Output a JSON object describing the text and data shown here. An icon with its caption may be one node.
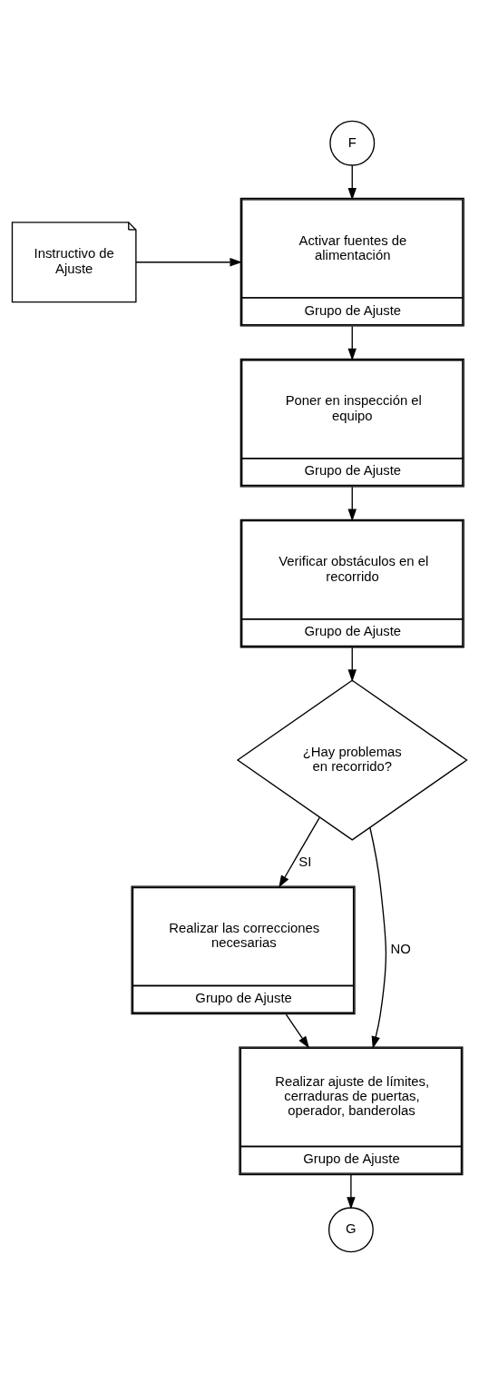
{
  "diagram": {
    "nodes": [
      {
        "text": [
          "F"
        ]
      },
      {
        "text": [
          "Instructivo de Ajuste"
        ]
      },
      {
        "text": [
          "Activar fuentes de alimentación",
          "Grupo de Ajuste"
        ]
      },
      {
        "text": [
          "Poner en inspección el equipo",
          "Grupo de Ajuste"
        ]
      },
      {
        "text": [
          "Verificar obstáculos en el recorrido",
          "Grupo de Ajuste"
        ]
      },
      {
        "text": [
          "¿Hay problemas en recorrido?"
        ]
      },
      {
        "text": [
          "Realizar las correcciones necesarias",
          "Grupo de Ajuste"
        ]
      },
      {
        "text": [
          "Realizar ajuste de límites, cerraduras de puertas, operador, banderolas",
          "Grupo de Ajuste"
        ]
      },
      {
        "text": [
          "G"
        ]
      }
    ],
    "edges": [
      {
        "from": 0,
        "to": 2,
        "arrow": "to"
      },
      {
        "from": 1,
        "to": 2,
        "arrow": "to"
      },
      {
        "from": 2,
        "to": 3,
        "arrow": "to"
      },
      {
        "from": 3,
        "to": 4,
        "arrow": "to"
      },
      {
        "from": 4,
        "to": 5,
        "arrow": "to"
      },
      {
        "from": 5,
        "to": 6,
        "arrow": "to",
        "label": "SI"
      },
      {
        "from": 5,
        "to": 7,
        "arrow": "to",
        "label": "NO"
      },
      {
        "from": 6,
        "to": 7,
        "arrow": "to"
      },
      {
        "from": 7,
        "to": 8,
        "arrow": "to"
      }
    ]
  }
}
